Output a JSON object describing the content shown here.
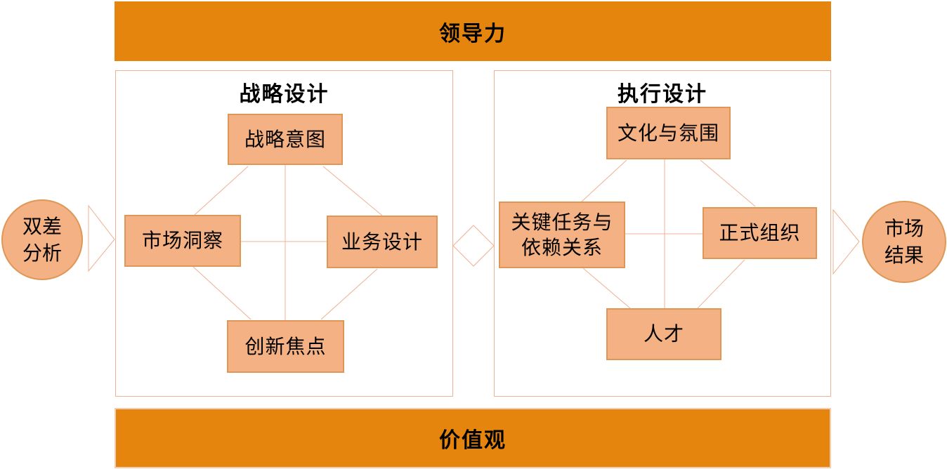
{
  "diagram": {
    "top_bar_label": "领导力",
    "bottom_bar_label": "价值观",
    "left_circle_label": "双差\n分析",
    "right_circle_label": "市场\n结果",
    "strategy": {
      "title": "战略设计",
      "top_box": "战略意图",
      "left_box": "市场洞察",
      "right_box": "业务设计",
      "bottom_box": "创新焦点"
    },
    "execution": {
      "title": "执行设计",
      "top_box": "文化与氛围",
      "left_box": "关键任务与\n依赖关系",
      "right_box": "正式组织",
      "bottom_box": "人才"
    },
    "colors": {
      "bar_fill": "#E6850E",
      "bar_border_light": "#F2CCB3",
      "node_fill": "#F4B183",
      "node_border": "#DE9756",
      "connector": "#EFB093",
      "text": "#000000"
    }
  }
}
